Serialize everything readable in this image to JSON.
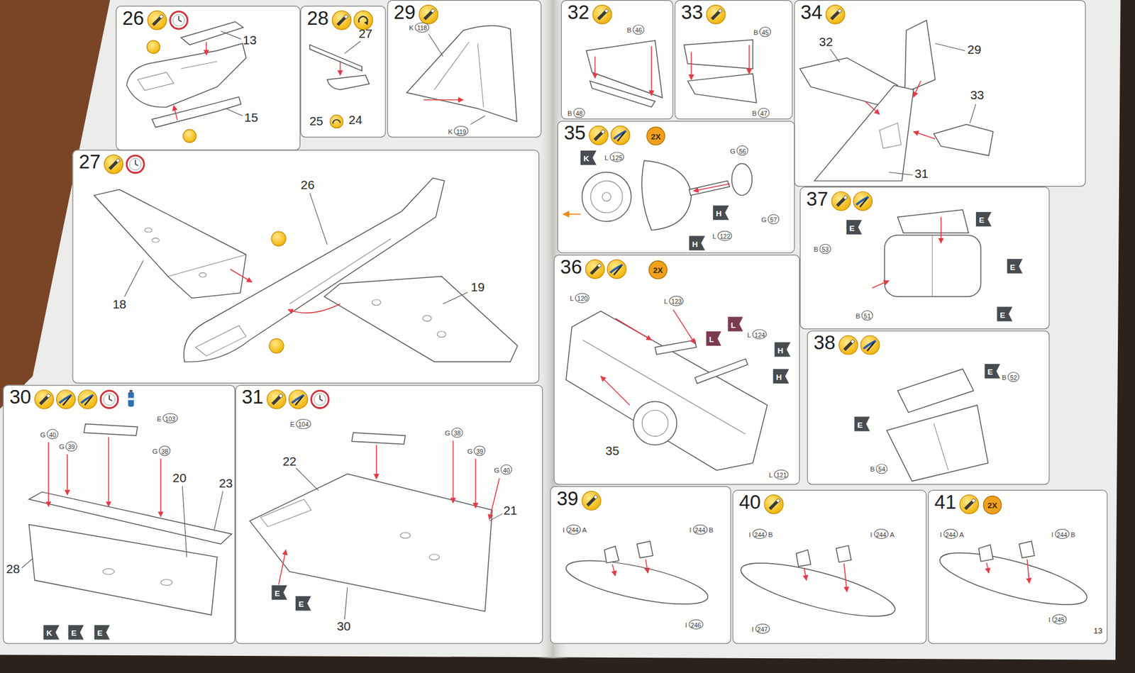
{
  "diagram": {
    "nodes": [
      {
        "text": [
          "26"
        ]
      },
      {
        "text": [
          "28"
        ]
      },
      {
        "text": [
          "29"
        ]
      },
      {
        "text": [
          "K",
          "118"
        ],
        "in": 2
      },
      {
        "text": [
          "K",
          "119"
        ],
        "in": 2
      },
      {
        "text": [
          "27"
        ]
      },
      {
        "text": [
          "30"
        ]
      },
      {
        "text": [
          "G",
          "40"
        ],
        "in": 6
      },
      {
        "text": [
          "G",
          "39"
        ],
        "in": 6
      },
      {
        "text": [
          "G",
          "38"
        ],
        "in": 6
      },
      {
        "text": [
          "E",
          "103"
        ],
        "in": 6
      },
      {
        "text": [
          "K"
        ],
        "in": 6
      },
      {
        "text": [
          "E"
        ],
        "in": 6
      },
      {
        "text": [
          "E"
        ],
        "in": 6
      },
      {
        "text": [
          "31"
        ]
      },
      {
        "text": [
          "E",
          "104"
        ],
        "in": 14
      },
      {
        "text": [
          "G",
          "38"
        ],
        "in": 14
      },
      {
        "text": [
          "G",
          "39"
        ],
        "in": 14
      },
      {
        "text": [
          "G",
          "40"
        ],
        "in": 14
      },
      {
        "text": [
          "E"
        ],
        "in": 14
      },
      {
        "text": [
          "E"
        ],
        "in": 14
      },
      {
        "text": [
          "32"
        ]
      },
      {
        "text": [
          "B",
          "46"
        ],
        "in": 21
      },
      {
        "text": [
          "B",
          "48"
        ],
        "in": 21
      },
      {
        "text": [
          "33"
        ]
      },
      {
        "text": [
          "B",
          "45"
        ],
        "in": 24
      },
      {
        "text": [
          "B",
          "47"
        ],
        "in": 24
      },
      {
        "text": [
          "34"
        ]
      },
      {
        "text": [
          "35"
        ]
      },
      {
        "text": [
          "2X"
        ],
        "in": 28
      },
      {
        "text": [
          "K"
        ],
        "in": 28
      },
      {
        "text": [
          "L",
          "125"
        ],
        "in": 28
      },
      {
        "text": [
          "G",
          "56"
        ],
        "in": 28
      },
      {
        "text": [
          "G",
          "57"
        ],
        "in": 28
      },
      {
        "text": [
          "H"
        ],
        "in": 28
      },
      {
        "text": [
          "H"
        ],
        "in": 28
      },
      {
        "text": [
          "L",
          "122"
        ],
        "in": 28
      },
      {
        "text": [
          "36"
        ]
      },
      {
        "text": [
          "2X"
        ],
        "in": 37
      },
      {
        "text": [
          "L",
          "120"
        ],
        "in": 37
      },
      {
        "text": [
          "L",
          "123"
        ],
        "in": 37
      },
      {
        "text": [
          "L"
        ],
        "in": 37
      },
      {
        "text": [
          "L"
        ],
        "in": 37
      },
      {
        "text": [
          "L",
          "124"
        ],
        "in": 37
      },
      {
        "text": [
          "H"
        ],
        "in": 37
      },
      {
        "text": [
          "H"
        ],
        "in": 37
      },
      {
        "text": [
          "L",
          "121"
        ],
        "in": 37
      },
      {
        "text": [
          "37"
        ]
      },
      {
        "text": [
          "B",
          "53"
        ],
        "in": 47
      },
      {
        "text": [
          "E"
        ],
        "in": 47
      },
      {
        "text": [
          "E"
        ],
        "in": 47
      },
      {
        "text": [
          "E"
        ],
        "in": 47
      },
      {
        "text": [
          "E"
        ],
        "in": 47
      },
      {
        "text": [
          "B",
          "51"
        ],
        "in": 47
      },
      {
        "text": [
          "38"
        ]
      },
      {
        "text": [
          "E"
        ],
        "in": 54
      },
      {
        "text": [
          "B",
          "52"
        ],
        "in": 54
      },
      {
        "text": [
          "E"
        ],
        "in": 54
      },
      {
        "text": [
          "B",
          "54"
        ],
        "in": 54
      },
      {
        "text": [
          "39"
        ]
      },
      {
        "text": [
          "I",
          "244",
          "A"
        ],
        "in": 59
      },
      {
        "text": [
          "I",
          "244",
          "B"
        ],
        "in": 59
      },
      {
        "text": [
          "I",
          "246"
        ],
        "in": 59
      },
      {
        "text": [
          "40"
        ]
      },
      {
        "text": [
          "I",
          "244",
          "B"
        ],
        "in": 63
      },
      {
        "text": [
          "I",
          "244",
          "A"
        ],
        "in": 63
      },
      {
        "text": [
          "I",
          "247"
        ],
        "in": 63
      },
      {
        "text": [
          "41"
        ]
      },
      {
        "text": [
          "2X"
        ],
        "in": 67
      },
      {
        "text": [
          "I",
          "244",
          "A"
        ],
        "in": 67
      },
      {
        "text": [
          "I",
          "244",
          "B"
        ],
        "in": 67
      },
      {
        "text": [
          "I",
          "245"
        ],
        "in": 67
      }
    ],
    "labels": [
      "13",
      "15",
      "27",
      "25",
      "24",
      "26",
      "18",
      "19",
      "20",
      "23",
      "28",
      "22",
      "21",
      "30",
      "32",
      "29",
      "33",
      "31",
      "35",
      "13"
    ]
  }
}
